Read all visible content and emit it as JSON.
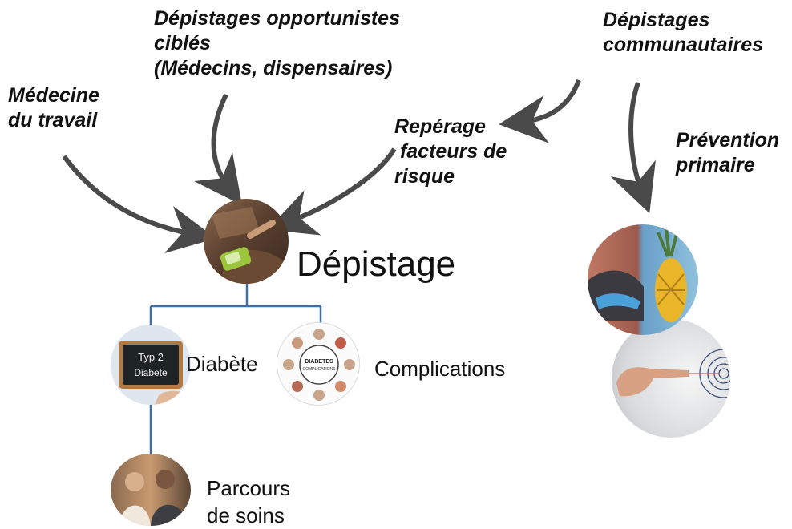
{
  "sources": {
    "medecine_travail": [
      "Médecine",
      "du travail"
    ],
    "depistages_opportunistes": [
      "Dépistages opportunistes",
      "ciblés",
      "(Médecins, dispensaires)"
    ],
    "reperage": [
      "Repérage",
      " facteurs de",
      "risque"
    ],
    "depistages_communautaires": [
      "Dépistages",
      "communautaires"
    ],
    "prevention_primaire": [
      "Prévention",
      "primaire"
    ]
  },
  "center": {
    "label": "Dépistage"
  },
  "branches": {
    "diabete": "Diabète",
    "complications": "Complications",
    "parcours": [
      "Parcours",
      "de soins"
    ]
  },
  "images": {
    "board_line1": "Typ 2",
    "board_line2": "Diabete",
    "wheel_line1": "DIABETES",
    "wheel_line2": "COMPLICATIONS"
  },
  "colors": {
    "arrow": "#4a4a4a",
    "tree_line": "#3f6fa3"
  }
}
